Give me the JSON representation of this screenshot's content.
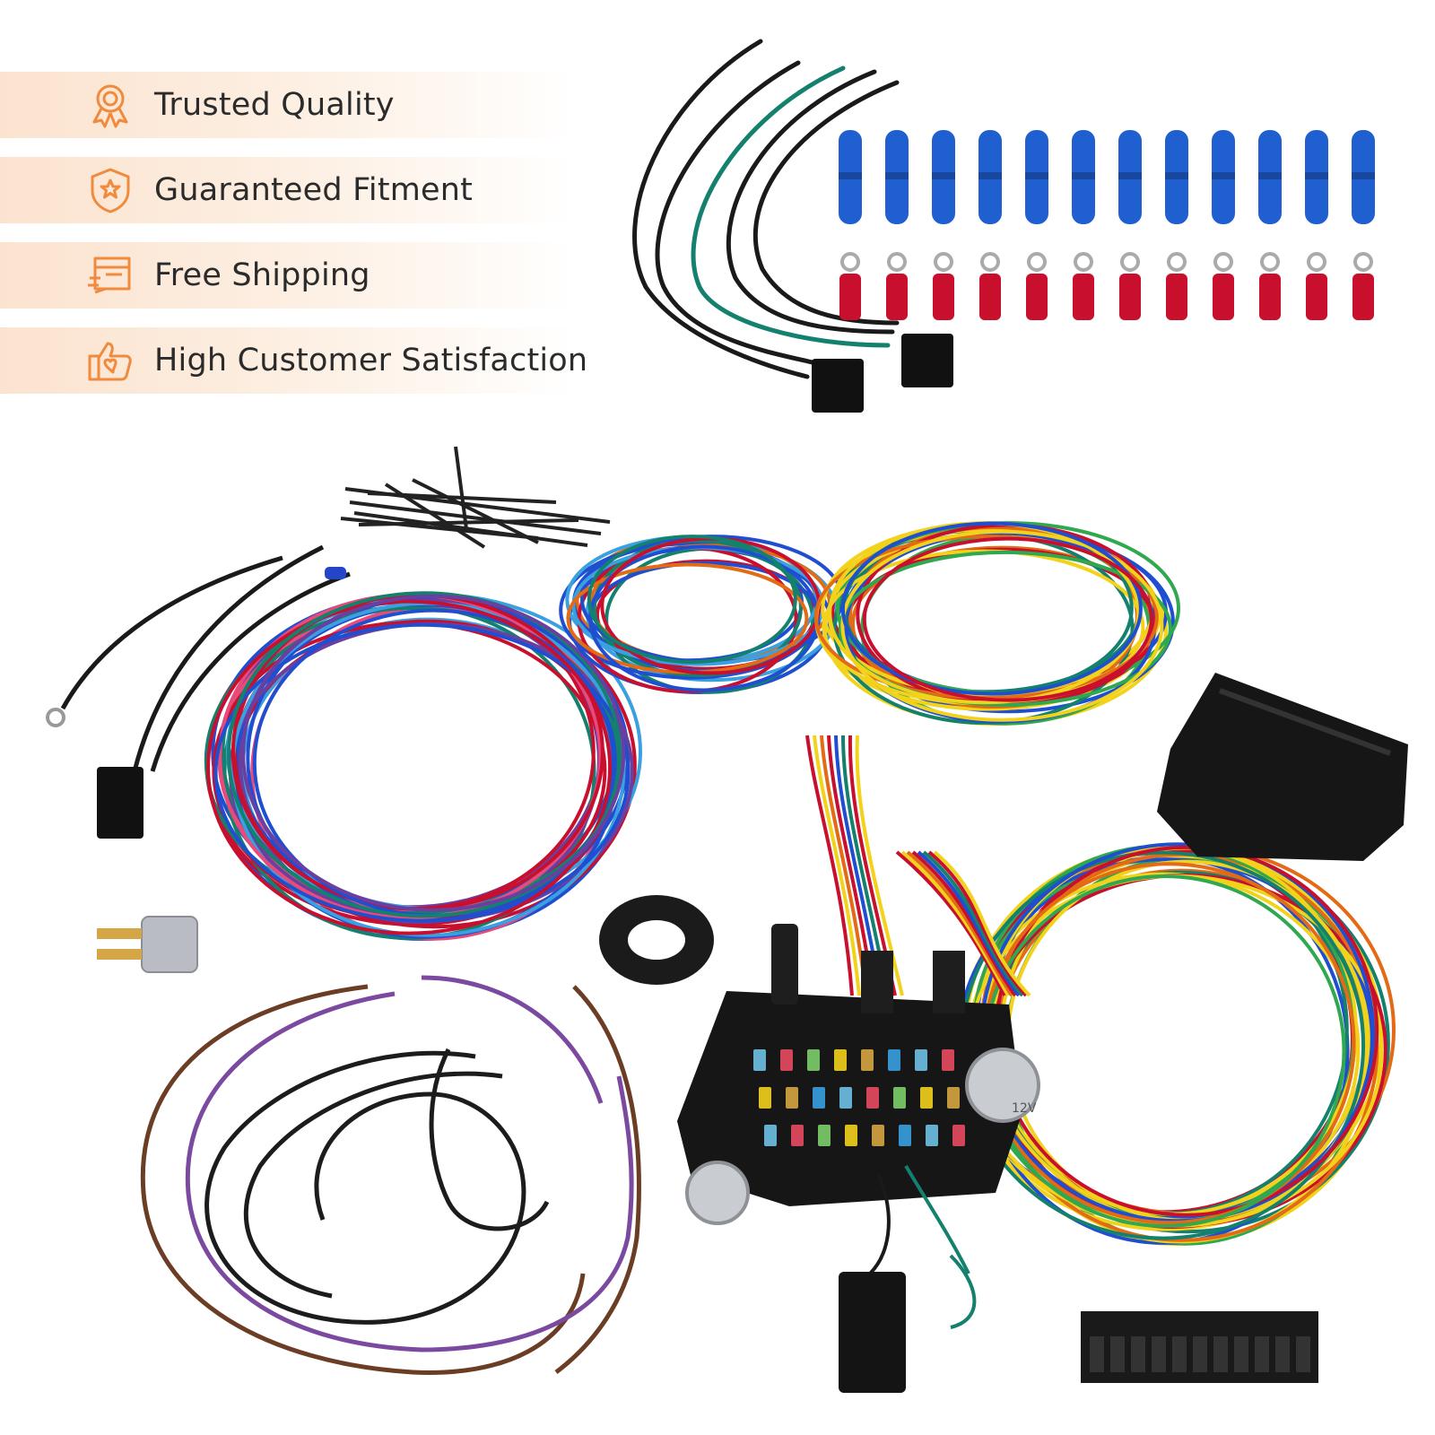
{
  "badges": [
    {
      "label": "Trusted Quality",
      "icon": "award-ribbon-icon"
    },
    {
      "label": "Guaranteed Fitment",
      "icon": "shield-star-icon"
    },
    {
      "label": "Free Shipping",
      "icon": "delivery-box-icon"
    },
    {
      "label": "High Customer Satisfaction",
      "icon": "thumbs-up-heart-icon"
    }
  ],
  "accent_color": "#f08a3c",
  "fuse_box_label": "12V"
}
